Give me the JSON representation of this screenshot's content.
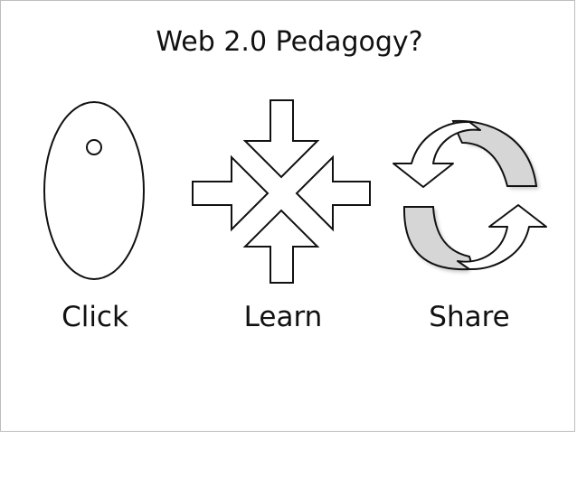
{
  "slide": {
    "title": "Web 2.0 Pedagogy?",
    "labels": {
      "click": "Click",
      "learn": "Learn",
      "share": "Share"
    }
  },
  "icons": [
    "mouse-icon",
    "converging-arrows-icon",
    "cycle-arrows-icon"
  ],
  "colors": {
    "stroke": "#111111",
    "fill": "#ffffff",
    "share_gray": "#d6d6d6",
    "slide_border": "#bdbdbd"
  }
}
